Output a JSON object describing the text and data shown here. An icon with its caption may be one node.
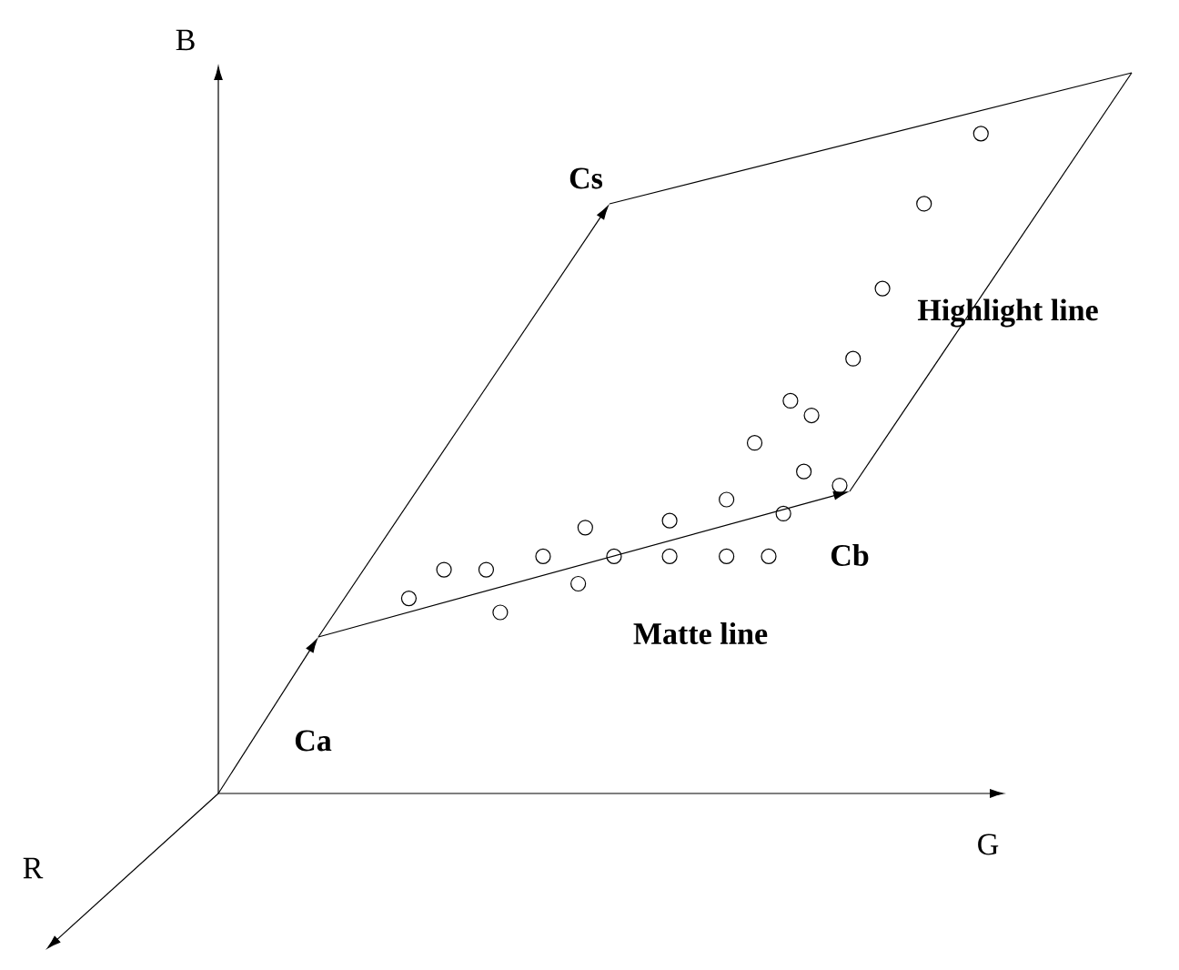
{
  "diagram": {
    "labels": [
      "B",
      "Cs",
      "Highlight line",
      "Cb",
      "Matte line",
      "Ca",
      "G",
      "R"
    ]
  }
}
